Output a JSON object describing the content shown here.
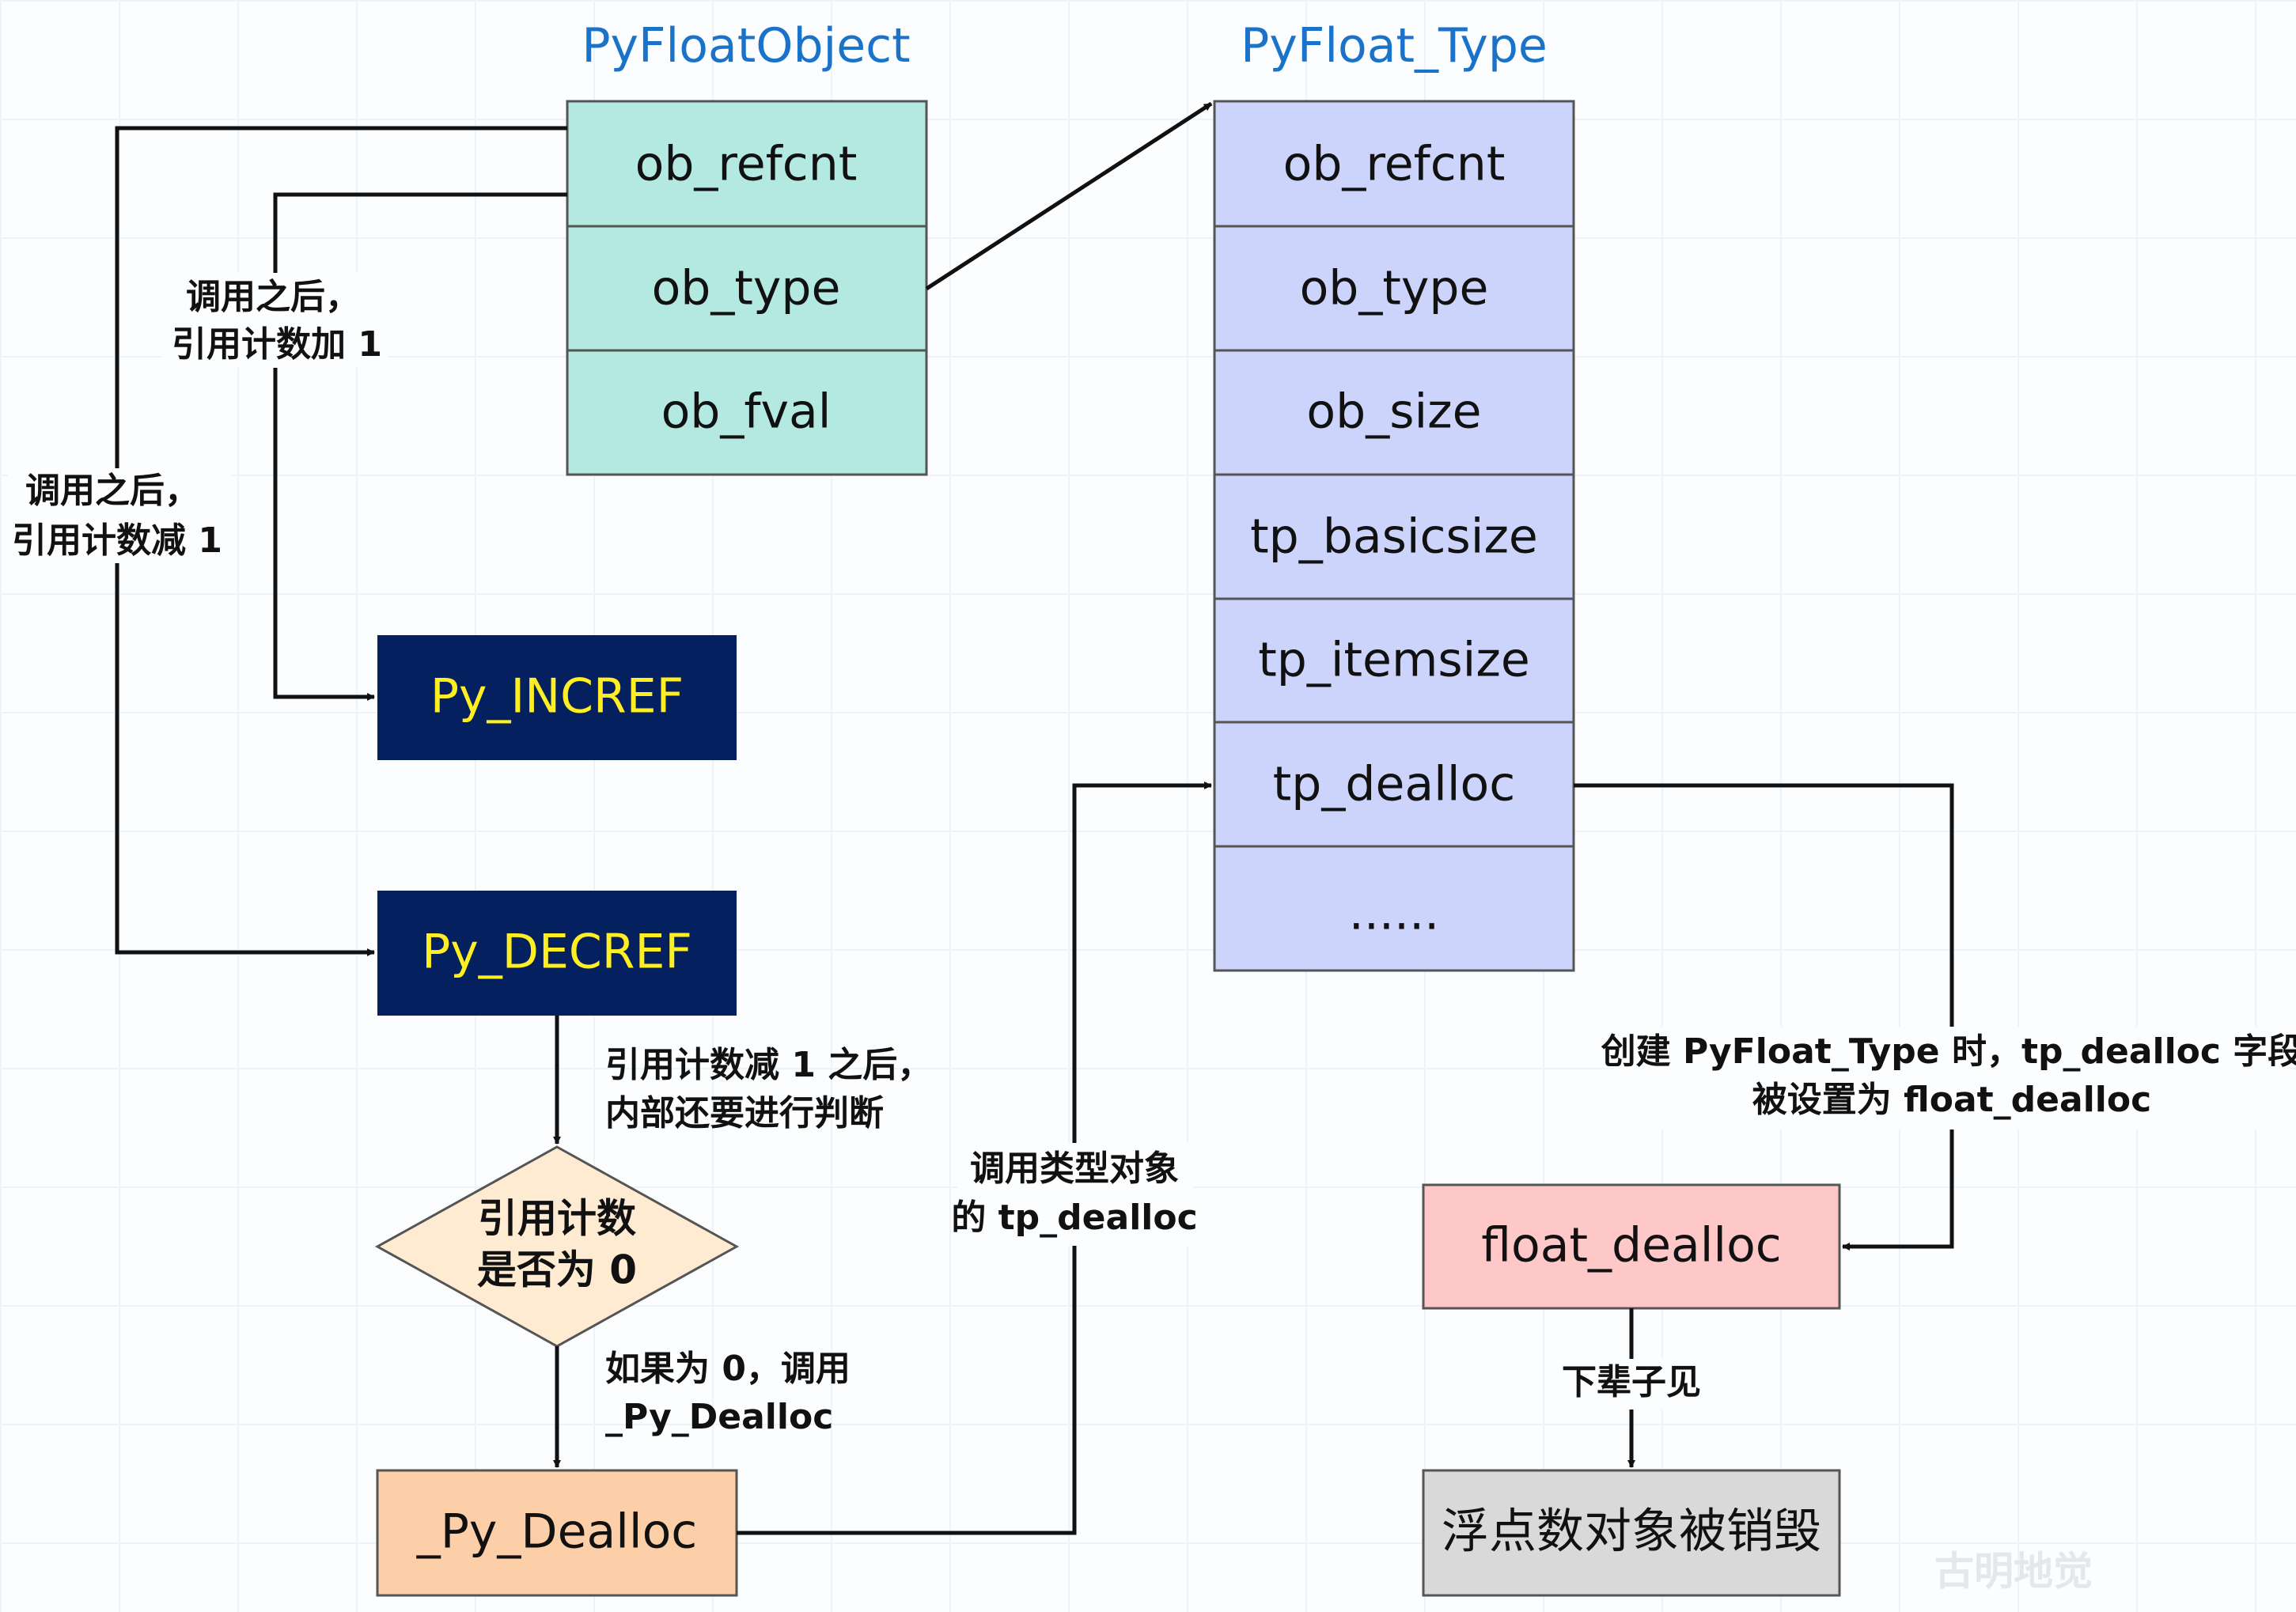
{
  "pyfloatobject": {
    "title": "PyFloatObject",
    "fields": [
      "ob_refcnt",
      "ob_type",
      "ob_fval"
    ]
  },
  "pyfloat_type": {
    "title": "PyFloat_Type",
    "fields": [
      "ob_refcnt",
      "ob_type",
      "ob_size",
      "tp_basicsize",
      "tp_itemsize",
      "tp_dealloc",
      "......"
    ]
  },
  "nodes": {
    "py_incref": "Py_INCREF",
    "py_decref": "Py_DECREF",
    "decision": [
      "引用计数",
      "是否为 0"
    ],
    "py_dealloc": "_Py_Dealloc",
    "float_dealloc": "float_dealloc",
    "destroyed": "浮点数对象被销毁"
  },
  "labels": {
    "incref_note": [
      "调用之后，",
      "引用计数加 1"
    ],
    "decref_note": [
      "调用之后，",
      "引用计数减 1"
    ],
    "after_decref": [
      "引用计数减 1 之后，",
      "内部还要进行判断"
    ],
    "if_zero": [
      "如果为 0，调用",
      "_Py_Dealloc"
    ],
    "call_type_dealloc": [
      "调用类型对象",
      "的 tp_dealloc"
    ],
    "create_type": [
      "创建 PyFloat_Type 时，tp_dealloc 字段",
      "被设置为 float_dealloc"
    ],
    "next_time": "下辈子见"
  },
  "watermark": "古明地觉",
  "colors": {
    "object_fill": "#b3e9e0",
    "type_fill": "#cdd4fc",
    "func_fill": "#04205f",
    "func_text": "#ffee22",
    "dealloc_fill": "#fdcfa8",
    "decision_fill": "#feebd1",
    "float_dealloc_fill": "#fec8c8",
    "destroyed_fill": "#d9d9d9",
    "title_text": "#1a73c8"
  }
}
